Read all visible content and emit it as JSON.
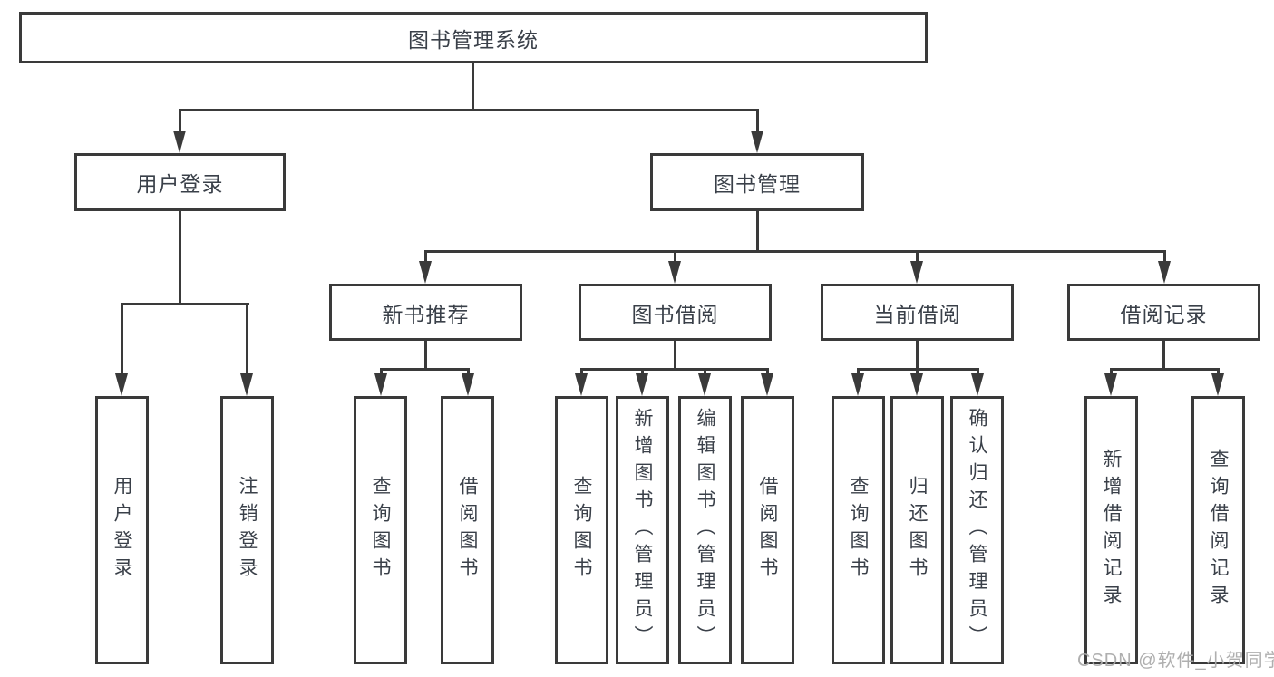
{
  "title": "图书管理系统",
  "level2": [
    "用户登录",
    "图书管理"
  ],
  "level3": [
    "新书推荐",
    "图书借阅",
    "当前借阅",
    "借阅记录"
  ],
  "leaves": [
    "用户登录",
    "注销登录",
    "查询图书",
    "借阅图书",
    "查询图书",
    "新增图书（管理员）",
    "编辑图书（管理员）",
    "借阅图书",
    "查询图书",
    "归还图书",
    "确认归还（管理员）",
    "新增借阅记录",
    "查询借阅记录"
  ],
  "watermark": "CSDN @软件_小贺同学",
  "colors": {
    "line": "#3a3a3a",
    "text": "#3a4049",
    "watermark": "#ababab",
    "background": "#ffffff"
  }
}
